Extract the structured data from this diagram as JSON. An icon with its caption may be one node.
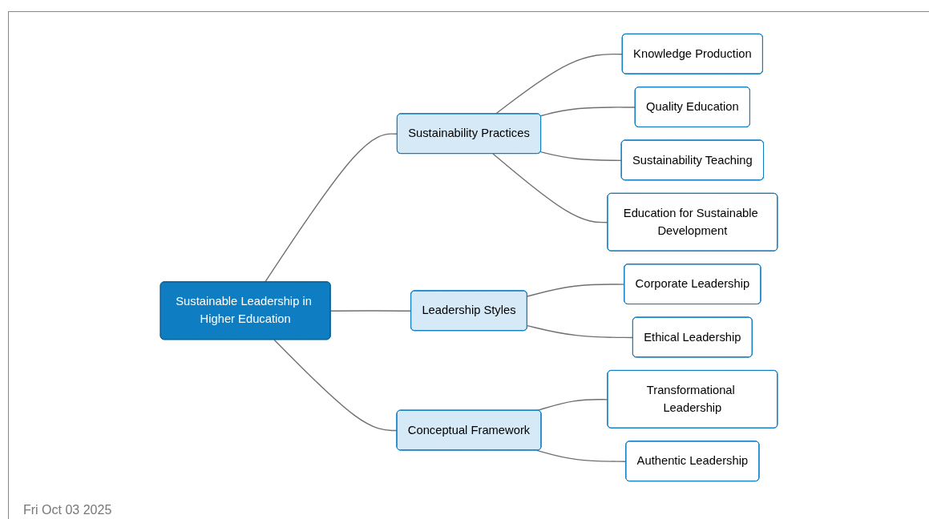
{
  "diagram": {
    "nodes": [
      {
        "text": [
          "Sustainable Leadership in Higher Education"
        ]
      },
      {
        "text": [
          "Sustainability Practices"
        ]
      },
      {
        "text": [
          "Leadership Styles"
        ]
      },
      {
        "text": [
          "Conceptual Framework"
        ]
      },
      {
        "text": [
          "Knowledge Production"
        ]
      },
      {
        "text": [
          "Quality Education"
        ]
      },
      {
        "text": [
          "Sustainability Teaching"
        ]
      },
      {
        "text": [
          "Education for Sustainable Development"
        ]
      },
      {
        "text": [
          "Corporate Leadership"
        ]
      },
      {
        "text": [
          "Ethical Leadership"
        ]
      },
      {
        "text": [
          "Transformational Leadership"
        ]
      },
      {
        "text": [
          "Authentic Leadership"
        ]
      }
    ],
    "edges": [
      {
        "from": 0,
        "to": 1,
        "arrow": "none"
      },
      {
        "from": 0,
        "to": 2,
        "arrow": "none"
      },
      {
        "from": 0,
        "to": 3,
        "arrow": "none"
      },
      {
        "from": 1,
        "to": 4,
        "arrow": "none"
      },
      {
        "from": 1,
        "to": 5,
        "arrow": "none"
      },
      {
        "from": 1,
        "to": 6,
        "arrow": "none"
      },
      {
        "from": 1,
        "to": 7,
        "arrow": "none"
      },
      {
        "from": 2,
        "to": 8,
        "arrow": "none"
      },
      {
        "from": 2,
        "to": 9,
        "arrow": "none"
      },
      {
        "from": 3,
        "to": 10,
        "arrow": "none"
      },
      {
        "from": 3,
        "to": 11,
        "arrow": "none"
      }
    ],
    "labels": [
      "Fri Oct 03 2025"
    ]
  }
}
